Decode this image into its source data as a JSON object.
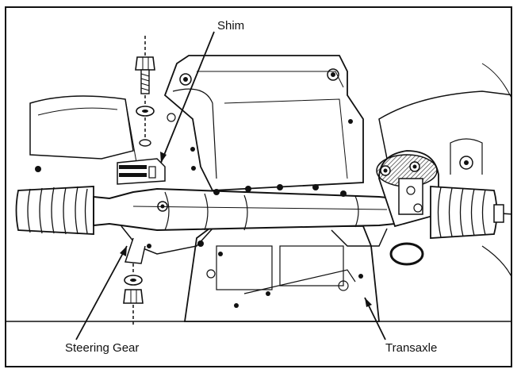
{
  "callouts": {
    "shim": "Shim",
    "steering_gear": "Steering Gear",
    "transaxle": "Transaxle"
  },
  "colors": {
    "ink": "#111111",
    "paper": "#ffffff",
    "hatch": "#333333"
  }
}
